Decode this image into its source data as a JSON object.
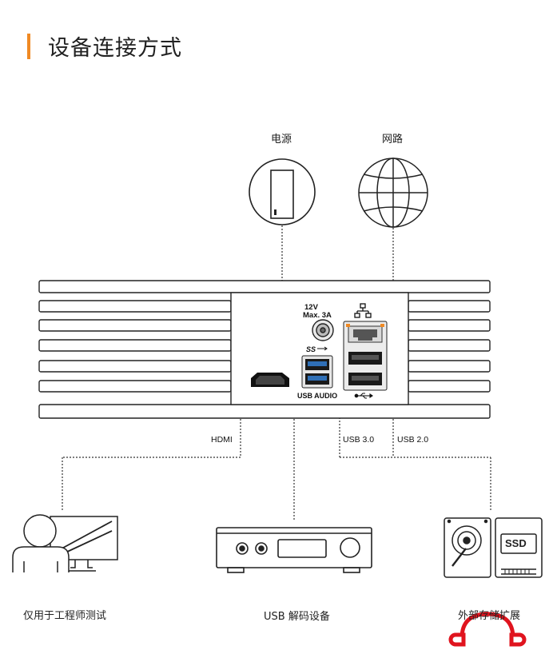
{
  "title": "设备连接方式",
  "top_labels": {
    "power": "电源",
    "network": "网路"
  },
  "port_labels": {
    "power_spec_line1": "12V",
    "power_spec_line2": "Max. 3A",
    "usb_audio": "USB AUDIO",
    "hdmi": "HDMI",
    "usb3": "USB 3.0",
    "usb2": "USB 2.0",
    "ss_logo": "SS"
  },
  "bottom_labels": {
    "engineer": "仅用于工程师测试",
    "decoder": "USB 解码设备",
    "storage": "外部存储扩展"
  },
  "ssd_text": "SSD",
  "colors": {
    "accent": "#f08a24",
    "usb3_blue": "#2f6fb6",
    "headphone_red": "#e0141e"
  }
}
